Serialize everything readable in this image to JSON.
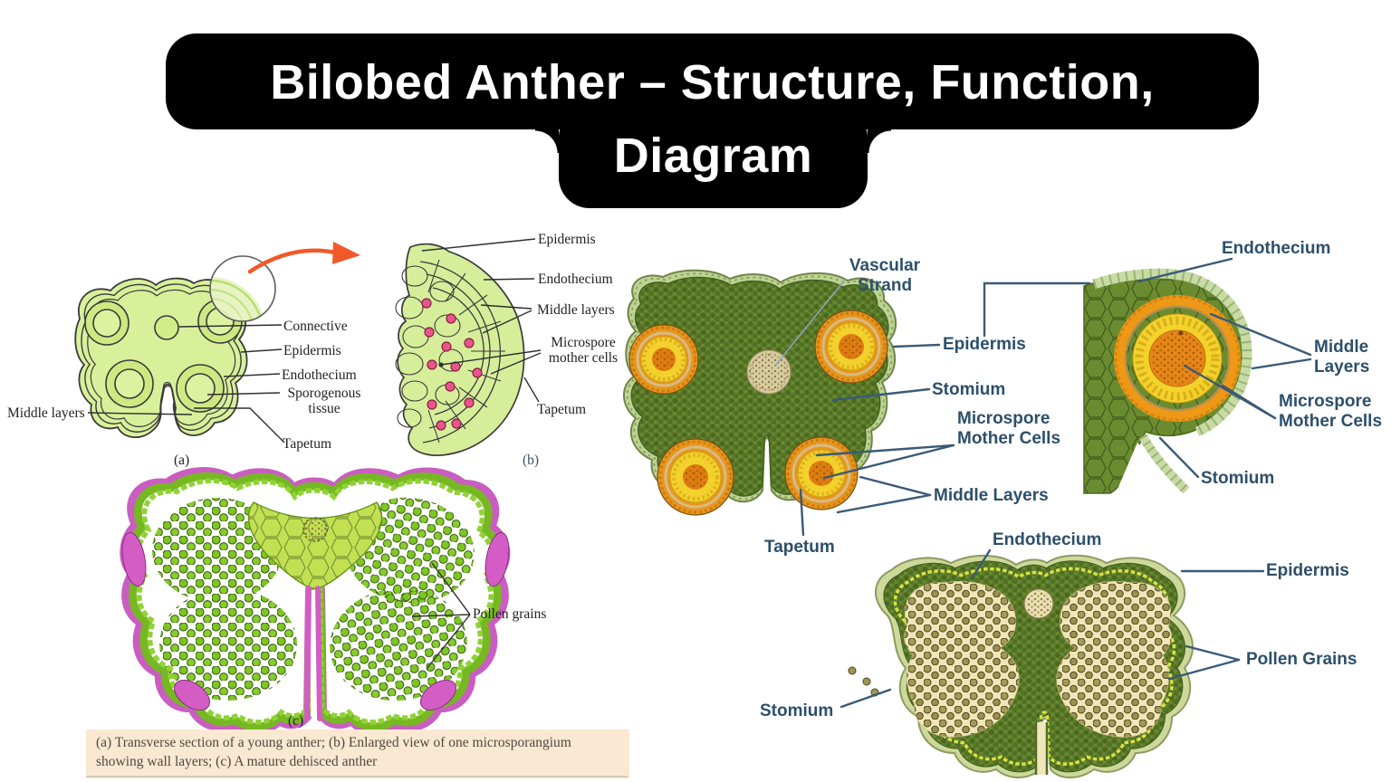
{
  "title": {
    "line1": "Bilobed Anther – Structure, Function,",
    "line2": "Diagram"
  },
  "left_panel": {
    "fig_a": {
      "tag": "(a)",
      "labels": {
        "connective": "Connective",
        "epidermis": "Epidermis",
        "endothecium": "Endothecium",
        "sporogenous_tissue": "Sporogenous tissue",
        "tapetum": "Tapetum",
        "middle_layers": "Middle layers"
      }
    },
    "fig_b": {
      "tag": "(b)",
      "labels": {
        "epidermis": "Epidermis",
        "endothecium": "Endothecium",
        "middle_layers": "Middle layers",
        "microspore_mother_cells": "Microspore mother cells",
        "tapetum": "Tapetum"
      }
    },
    "fig_c": {
      "tag": "(c)",
      "labels": {
        "pollen_grains": "Pollen grains"
      }
    },
    "caption": "(a) Transverse section of a young anther; (b) Enlarged view of one microsporangium showing wall layers; (c) A mature dehisced anther"
  },
  "right_panel": {
    "young_anther": {
      "labels": {
        "vascular_strand": "Vascular Strand",
        "epidermis": "Epidermis",
        "stomium": "Stomium",
        "microspore_mother_cells": "Microspore Mother Cells",
        "middle_layers": "Middle Layers",
        "tapetum": "Tapetum"
      }
    },
    "single_microsporangium": {
      "labels": {
        "endothecium": "Endothecium",
        "middle_layers": "Middle Layers",
        "microspore_mother_cells": "Microspore Mother Cells",
        "stomium": "Stomium"
      }
    },
    "mature_anther": {
      "labels": {
        "endothecium": "Endothecium",
        "epidermis": "Epidermis",
        "pollen_grains": "Pollen Grains",
        "stomium": "Stomium"
      }
    }
  },
  "colors": {
    "banner_bg": "#000000",
    "banner_text": "#ffffff",
    "left_label_text": "#222222",
    "right_label_text": "#2d4f6b",
    "caption_bg": "#fbe8d3",
    "caption_text": "#50483e",
    "young_anther_green": "#5d7d2b",
    "locule_orange": "#e8951d",
    "locule_yellow": "#f2d12c",
    "mature_magenta": "#d35cc5",
    "pollen_green": "#7cc622",
    "pollen_brown": "#a59a55",
    "arrow_orange": "#f2592a"
  }
}
